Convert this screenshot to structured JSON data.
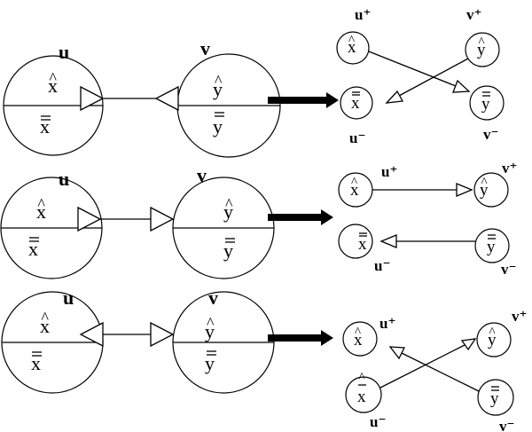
{
  "rows": [
    {
      "left": {
        "u_label": "u",
        "v_label": "v",
        "u_top": "x",
        "u_bottom": "x",
        "v_top": "y",
        "v_bottom": "y"
      },
      "right": {
        "u_plus": "u⁺",
        "v_plus": "v⁺",
        "u_minus": "u⁻",
        "v_minus": "v⁻",
        "n1": "x",
        "n2": "y",
        "n3": "x",
        "n4": "y"
      }
    },
    {
      "left": {
        "u_label": "u",
        "v_label": "v",
        "u_top": "x",
        "u_bottom": "x",
        "v_top": "y",
        "v_bottom": "y"
      },
      "right": {
        "u_plus": "u⁺",
        "v_plus": "v⁺",
        "u_minus": "u⁻",
        "v_minus": "v⁻",
        "n1": "x",
        "n2": "y",
        "n3": "x",
        "n4": "y"
      }
    },
    {
      "left": {
        "u_label": "u",
        "v_label": "v",
        "u_top": "x",
        "u_bottom": "x",
        "v_top": "y",
        "v_bottom": "y"
      },
      "right": {
        "u_plus": "u⁺",
        "v_plus": "v⁺",
        "u_minus": "u⁻",
        "v_minus": "v⁻",
        "n1": "x",
        "n2": "y",
        "n3": "x",
        "n4": "y"
      }
    }
  ]
}
